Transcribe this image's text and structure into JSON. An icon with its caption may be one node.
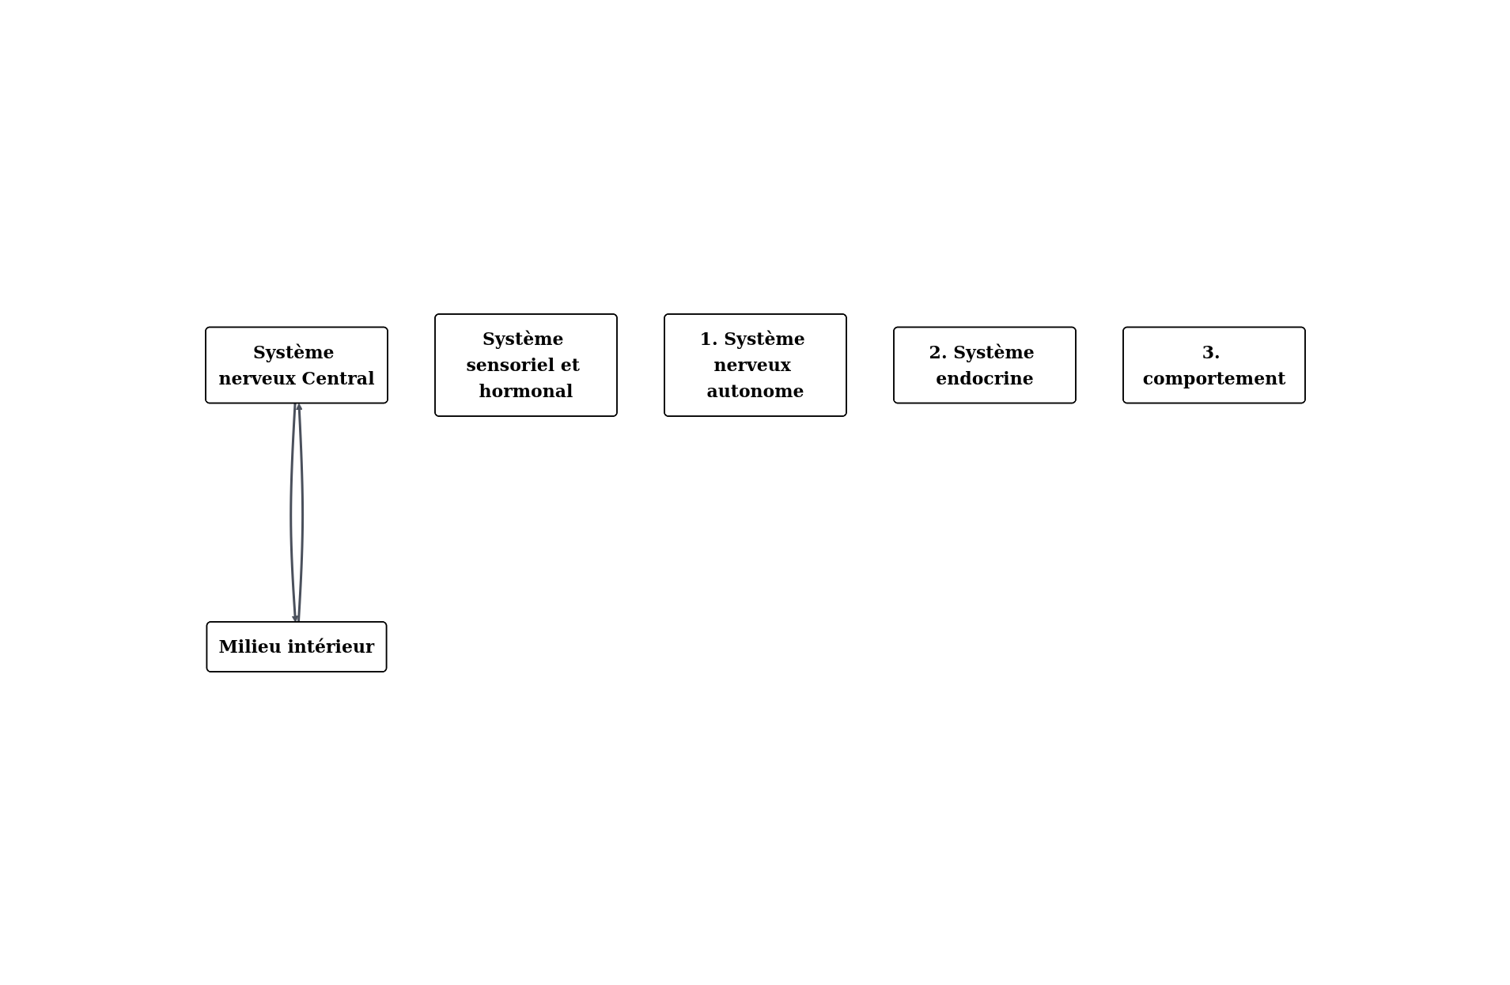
{
  "diagram": {
    "nodes": [
      {
        "text": [
          "Système nerveux Central"
        ]
      },
      {
        "text": [
          "Système sensoriel et hormonal"
        ]
      },
      {
        "text": [
          "1. Système nerveux autonome"
        ]
      },
      {
        "text": [
          "2. Système endocrine"
        ]
      },
      {
        "text": [
          "3. comportement"
        ]
      },
      {
        "text": [
          "Milieu intérieur"
        ]
      }
    ],
    "edges": [
      {
        "from": 5,
        "to": 0,
        "arrow": "to"
      },
      {
        "from": 0,
        "to": 5,
        "arrow": "to"
      }
    ]
  }
}
